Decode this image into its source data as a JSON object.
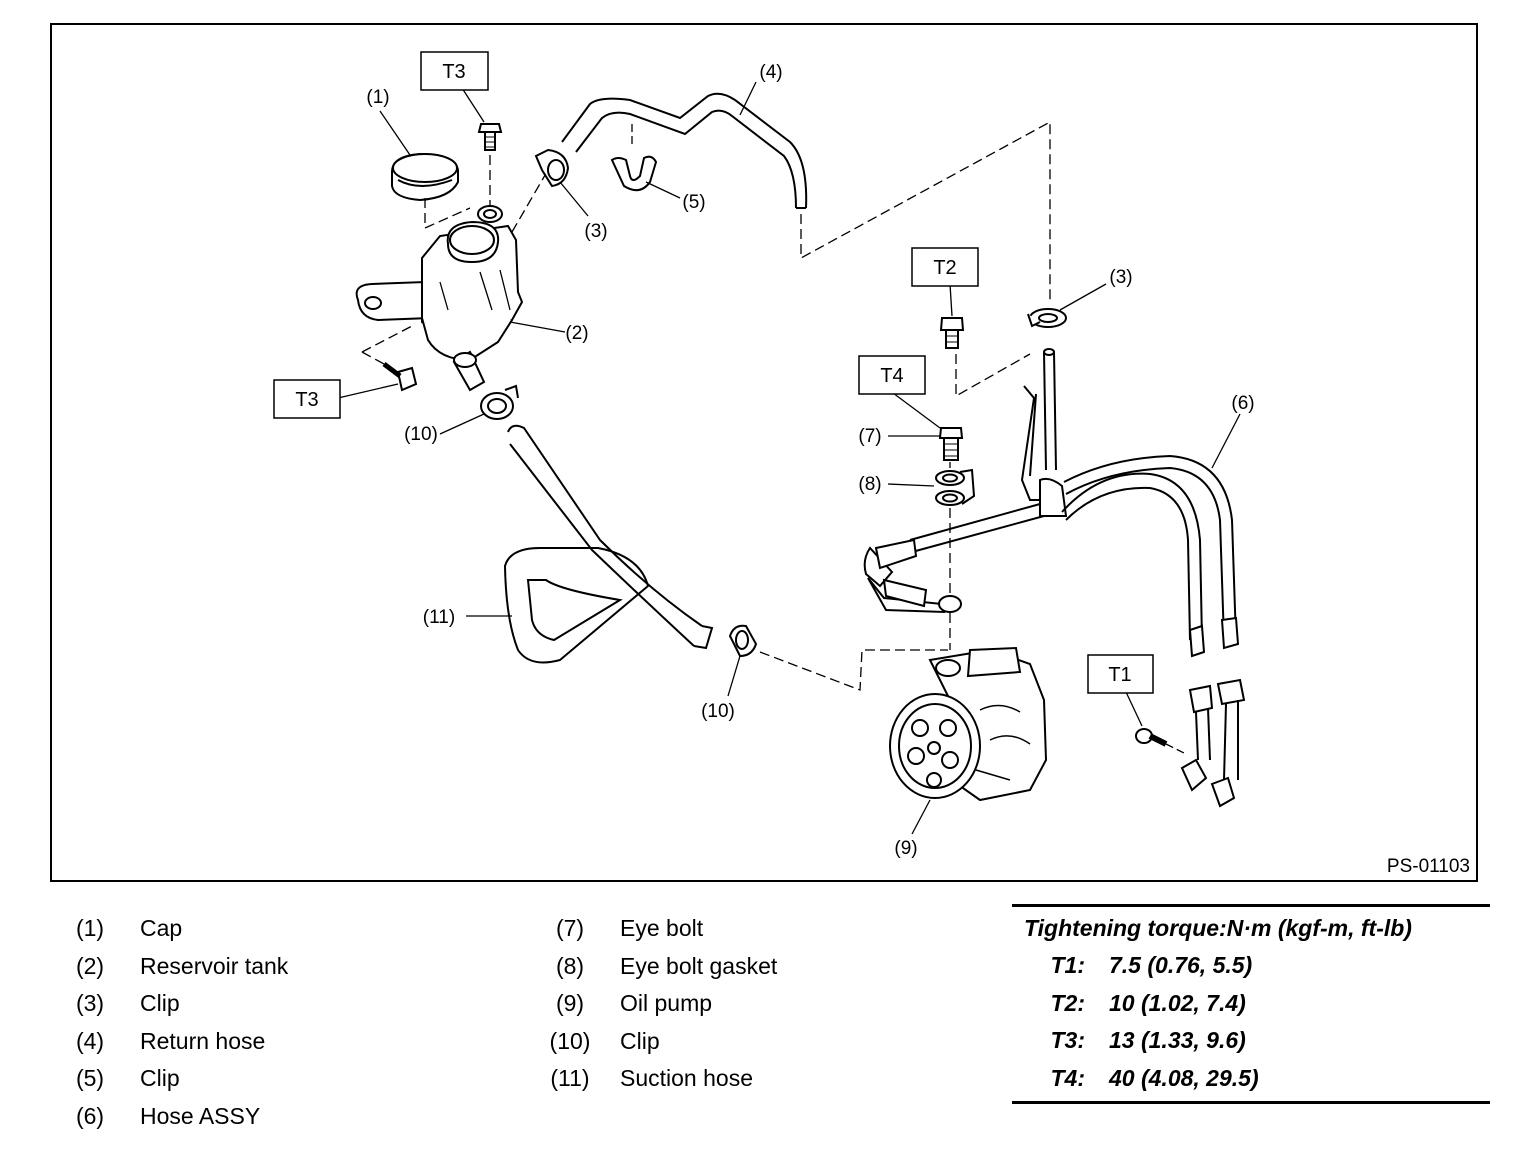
{
  "figure_id": "PS-01103",
  "callouts": [
    "(1)",
    "(2)",
    "(3)",
    "(3)",
    "(4)",
    "(5)",
    "(6)",
    "(7)",
    "(8)",
    "(9)",
    "(10)",
    "(10)",
    "(11)"
  ],
  "torque_tags": [
    "T1",
    "T2",
    "T3",
    "T3",
    "T4"
  ],
  "legend_left": [
    {
      "num": "(1)",
      "text": "Cap"
    },
    {
      "num": "(2)",
      "text": "Reservoir tank"
    },
    {
      "num": "(3)",
      "text": "Clip"
    },
    {
      "num": "(4)",
      "text": "Return hose"
    },
    {
      "num": "(5)",
      "text": "Clip"
    },
    {
      "num": "(6)",
      "text": "Hose ASSY"
    }
  ],
  "legend_mid": [
    {
      "num": "(7)",
      "text": "Eye bolt"
    },
    {
      "num": "(8)",
      "text": "Eye bolt gasket"
    },
    {
      "num": "(9)",
      "text": "Oil pump"
    },
    {
      "num": "(10)",
      "text": "Clip"
    },
    {
      "num": "(11)",
      "text": "Suction hose"
    }
  ],
  "torque_table": {
    "title": "Tightening torque:N·m (kgf-m, ft-lb)",
    "rows": [
      {
        "key": "T1:",
        "value": "7.5 (0.76, 5.5)"
      },
      {
        "key": "T2:",
        "value": "10 (1.02, 7.4)"
      },
      {
        "key": "T3:",
        "value": "13 (1.33, 9.6)"
      },
      {
        "key": "T4:",
        "value": "40 (4.08, 29.5)"
      }
    ]
  }
}
